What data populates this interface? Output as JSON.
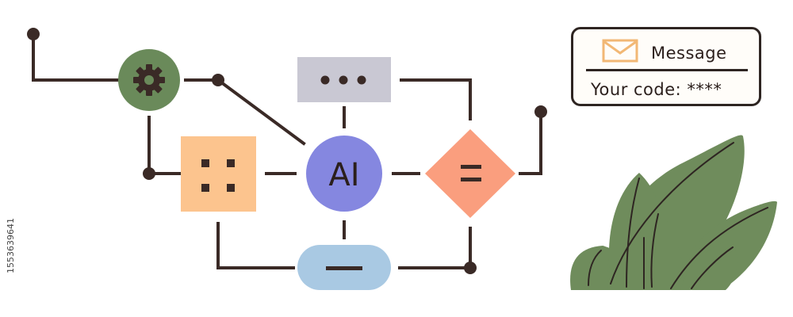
{
  "diagram": {
    "ai_label": "AI",
    "message_card": {
      "title": "Message",
      "code_text": "Your code: ****"
    },
    "stock_id": "1553639641",
    "colors": {
      "line": "#3a2a26",
      "gear_node": "#6a8a5a",
      "grid_node": "#fcc48e",
      "ai_node": "#8587e0",
      "dots_node": "#c9c8d3",
      "equals_node": "#fa9e7e",
      "minus_node": "#a9c9e3",
      "envelope": "#f2b875",
      "plant": "#6f8c5c"
    },
    "icons": [
      "gear-icon",
      "grid-dots-icon",
      "ellipsis-icon",
      "equals-icon",
      "minus-icon",
      "envelope-icon",
      "plant-illustration"
    ]
  }
}
